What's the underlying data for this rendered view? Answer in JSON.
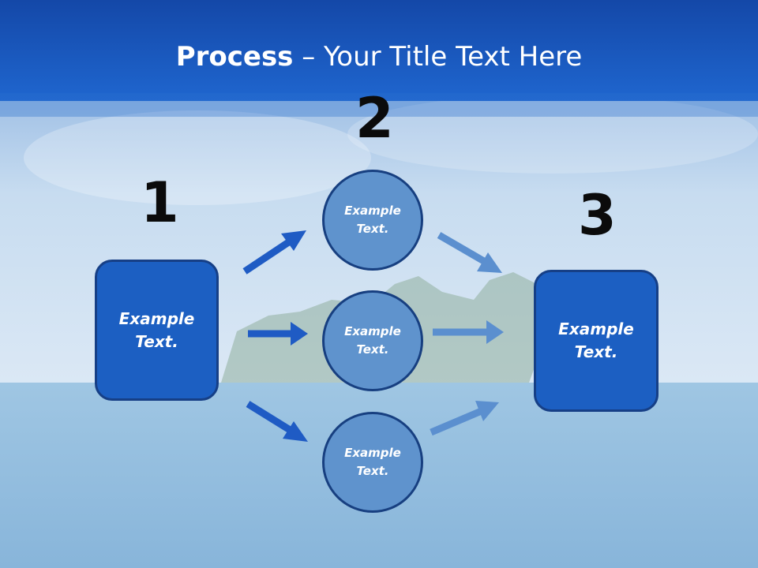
{
  "title": {
    "bold": "Process",
    "rest": " – Your Title Text Here"
  },
  "steps": {
    "one": "1",
    "two": "2",
    "three": "3"
  },
  "nodes": {
    "left": "Example Text.",
    "top": "Example Text.",
    "middle": "Example Text.",
    "bottom": "Example Text.",
    "right": "Example Text."
  },
  "colors": {
    "header": "#1a5cc4",
    "box": "#1c5fc2",
    "circle": "#5f93cd",
    "arrow_dark": "#1f5bc4",
    "arrow_light": "#5b8fcf"
  }
}
